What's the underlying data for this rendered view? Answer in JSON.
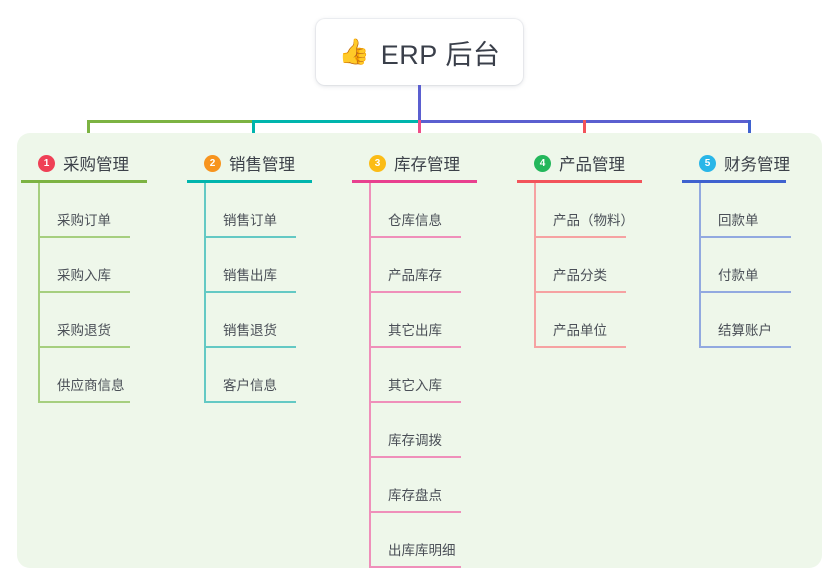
{
  "root": {
    "icon": "thumbs-up-icon",
    "icon_glyph": "👍",
    "title": "ERP 后台"
  },
  "connector": {
    "trunk_color": "#5b5fd0",
    "bar_segments": [
      {
        "color": "#7cb342"
      },
      {
        "color": "#00b5ad"
      },
      {
        "color": "#5b5fd0"
      }
    ]
  },
  "panel": {
    "background": "#eef7ea"
  },
  "columns": [
    {
      "number": "1",
      "title": "采购管理",
      "badge_color": "#ef4056",
      "line_color": "#7cb342",
      "item_line_color": "#a6cf7f",
      "drop_color": "#7cb342",
      "items": [
        "采购订单",
        "采购入库",
        "采购退货",
        "供应商信息"
      ]
    },
    {
      "number": "2",
      "title": "销售管理",
      "badge_color": "#f7941e",
      "line_color": "#00b5ad",
      "item_line_color": "#63c9c4",
      "drop_color": "#00b5ad",
      "items": [
        "销售订单",
        "销售出库",
        "销售退货",
        "客户信息"
      ]
    },
    {
      "number": "3",
      "title": "库存管理",
      "badge_color": "#fbbc16",
      "line_color": "#e8408f",
      "item_line_color": "#ef8fba",
      "drop_color": "#ef4d87",
      "items": [
        "仓库信息",
        "产品库存",
        "其它出库",
        "其它入库",
        "库存调拨",
        "库存盘点",
        "出库库明细"
      ]
    },
    {
      "number": "4",
      "title": "产品管理",
      "badge_color": "#23b75b",
      "line_color": "#f2545b",
      "item_line_color": "#f6a2a2",
      "drop_color": "#f2545b",
      "items": [
        "产品（物料）",
        "产品分类",
        "产品单位"
      ]
    },
    {
      "number": "5",
      "title": "财务管理",
      "badge_color": "#29b6e8",
      "line_color": "#3f62cf",
      "item_line_color": "#92a9e0",
      "drop_color": "#3f62cf",
      "items": [
        "回款单",
        "付款单",
        "结算账户"
      ]
    }
  ]
}
